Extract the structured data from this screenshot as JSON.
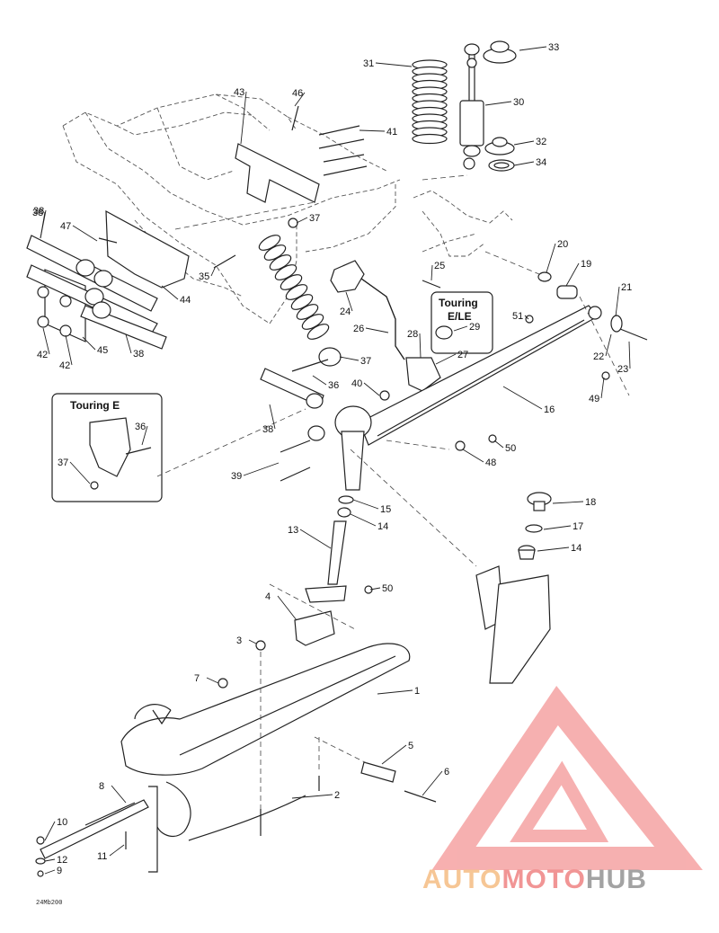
{
  "diagram": {
    "drawing_code": "24Mb200",
    "inset_boxes": [
      {
        "id": "touring-e",
        "title": "Touring E"
      },
      {
        "id": "touring-e-le",
        "title_line1": "Touring",
        "title_line2": "E/LE"
      }
    ],
    "callouts": [
      "1",
      "2",
      "3",
      "4",
      "5",
      "6",
      "7",
      "8",
      "9",
      "10",
      "11",
      "12",
      "13",
      "14",
      "14",
      "15",
      "16",
      "17",
      "18",
      "19",
      "20",
      "21",
      "22",
      "23",
      "24",
      "25",
      "26",
      "27",
      "28",
      "29",
      "30",
      "31",
      "32",
      "33",
      "34",
      "35",
      "36",
      "36",
      "37",
      "37",
      "37",
      "38",
      "38",
      "38",
      "38",
      "39",
      "40",
      "41",
      "42",
      "42",
      "43",
      "44",
      "45",
      "46",
      "47",
      "48",
      "49",
      "50",
      "50",
      "51"
    ]
  },
  "watermark": {
    "text_part1": "AUTO",
    "text_part2": "MOTO",
    "text_part3": "HUB",
    "color_part1": "#f6c08a",
    "color_part2": "#f08a8a",
    "color_part3": "#9a9a9a",
    "logo_color": "#f07070"
  }
}
